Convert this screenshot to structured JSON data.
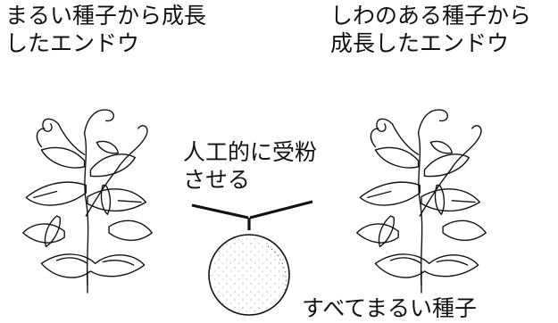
{
  "labels": {
    "left_plant": [
      "まるい種子から成長",
      "したエンドウ"
    ],
    "right_plant": [
      "しわのある種子から",
      "成長したエンドウ"
    ],
    "cross": [
      "人工的に受粉",
      "させる"
    ],
    "result": "すべてまるい種子"
  },
  "colors": {
    "ink": "#111111",
    "background": "#ffffff"
  },
  "icons": {
    "left_plant": "pea-plant-illustration",
    "right_plant": "pea-plant-illustration",
    "seed": "round-seed-illustration",
    "connector": "y-cross-connector"
  }
}
